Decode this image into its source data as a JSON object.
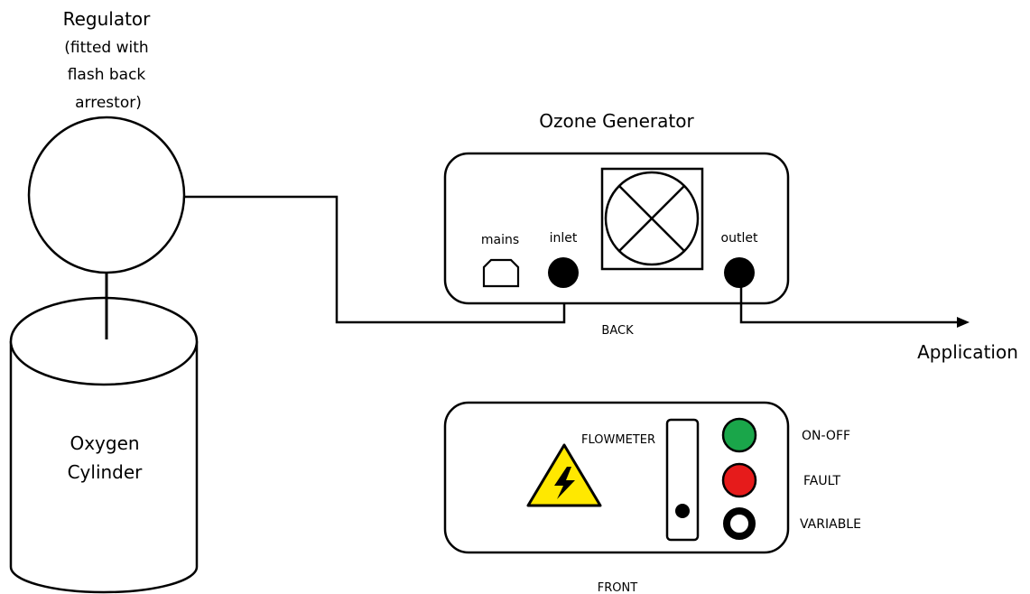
{
  "regulator": {
    "line1": "Regulator",
    "line2": "(fitted with",
    "line3": "flash back",
    "line4": "arrestor)"
  },
  "cylinder": {
    "line1": "Oxygen",
    "line2": "Cylinder"
  },
  "generator": {
    "title": "Ozone Generator",
    "back_label": "BACK",
    "front_label": "FRONT",
    "ports": {
      "mains": "mains",
      "inlet": "inlet",
      "outlet": "outlet"
    }
  },
  "application_label": "Application",
  "front_panel": {
    "flowmeter_label": "FLOWMETER",
    "indicators": [
      {
        "label": "ON-OFF",
        "color": "#1aa64a"
      },
      {
        "label": "FAULT",
        "color": "#e61b1b"
      },
      {
        "label": "VARIABLE",
        "color": "#ffffff"
      }
    ],
    "warning_color": "#ffe800"
  }
}
